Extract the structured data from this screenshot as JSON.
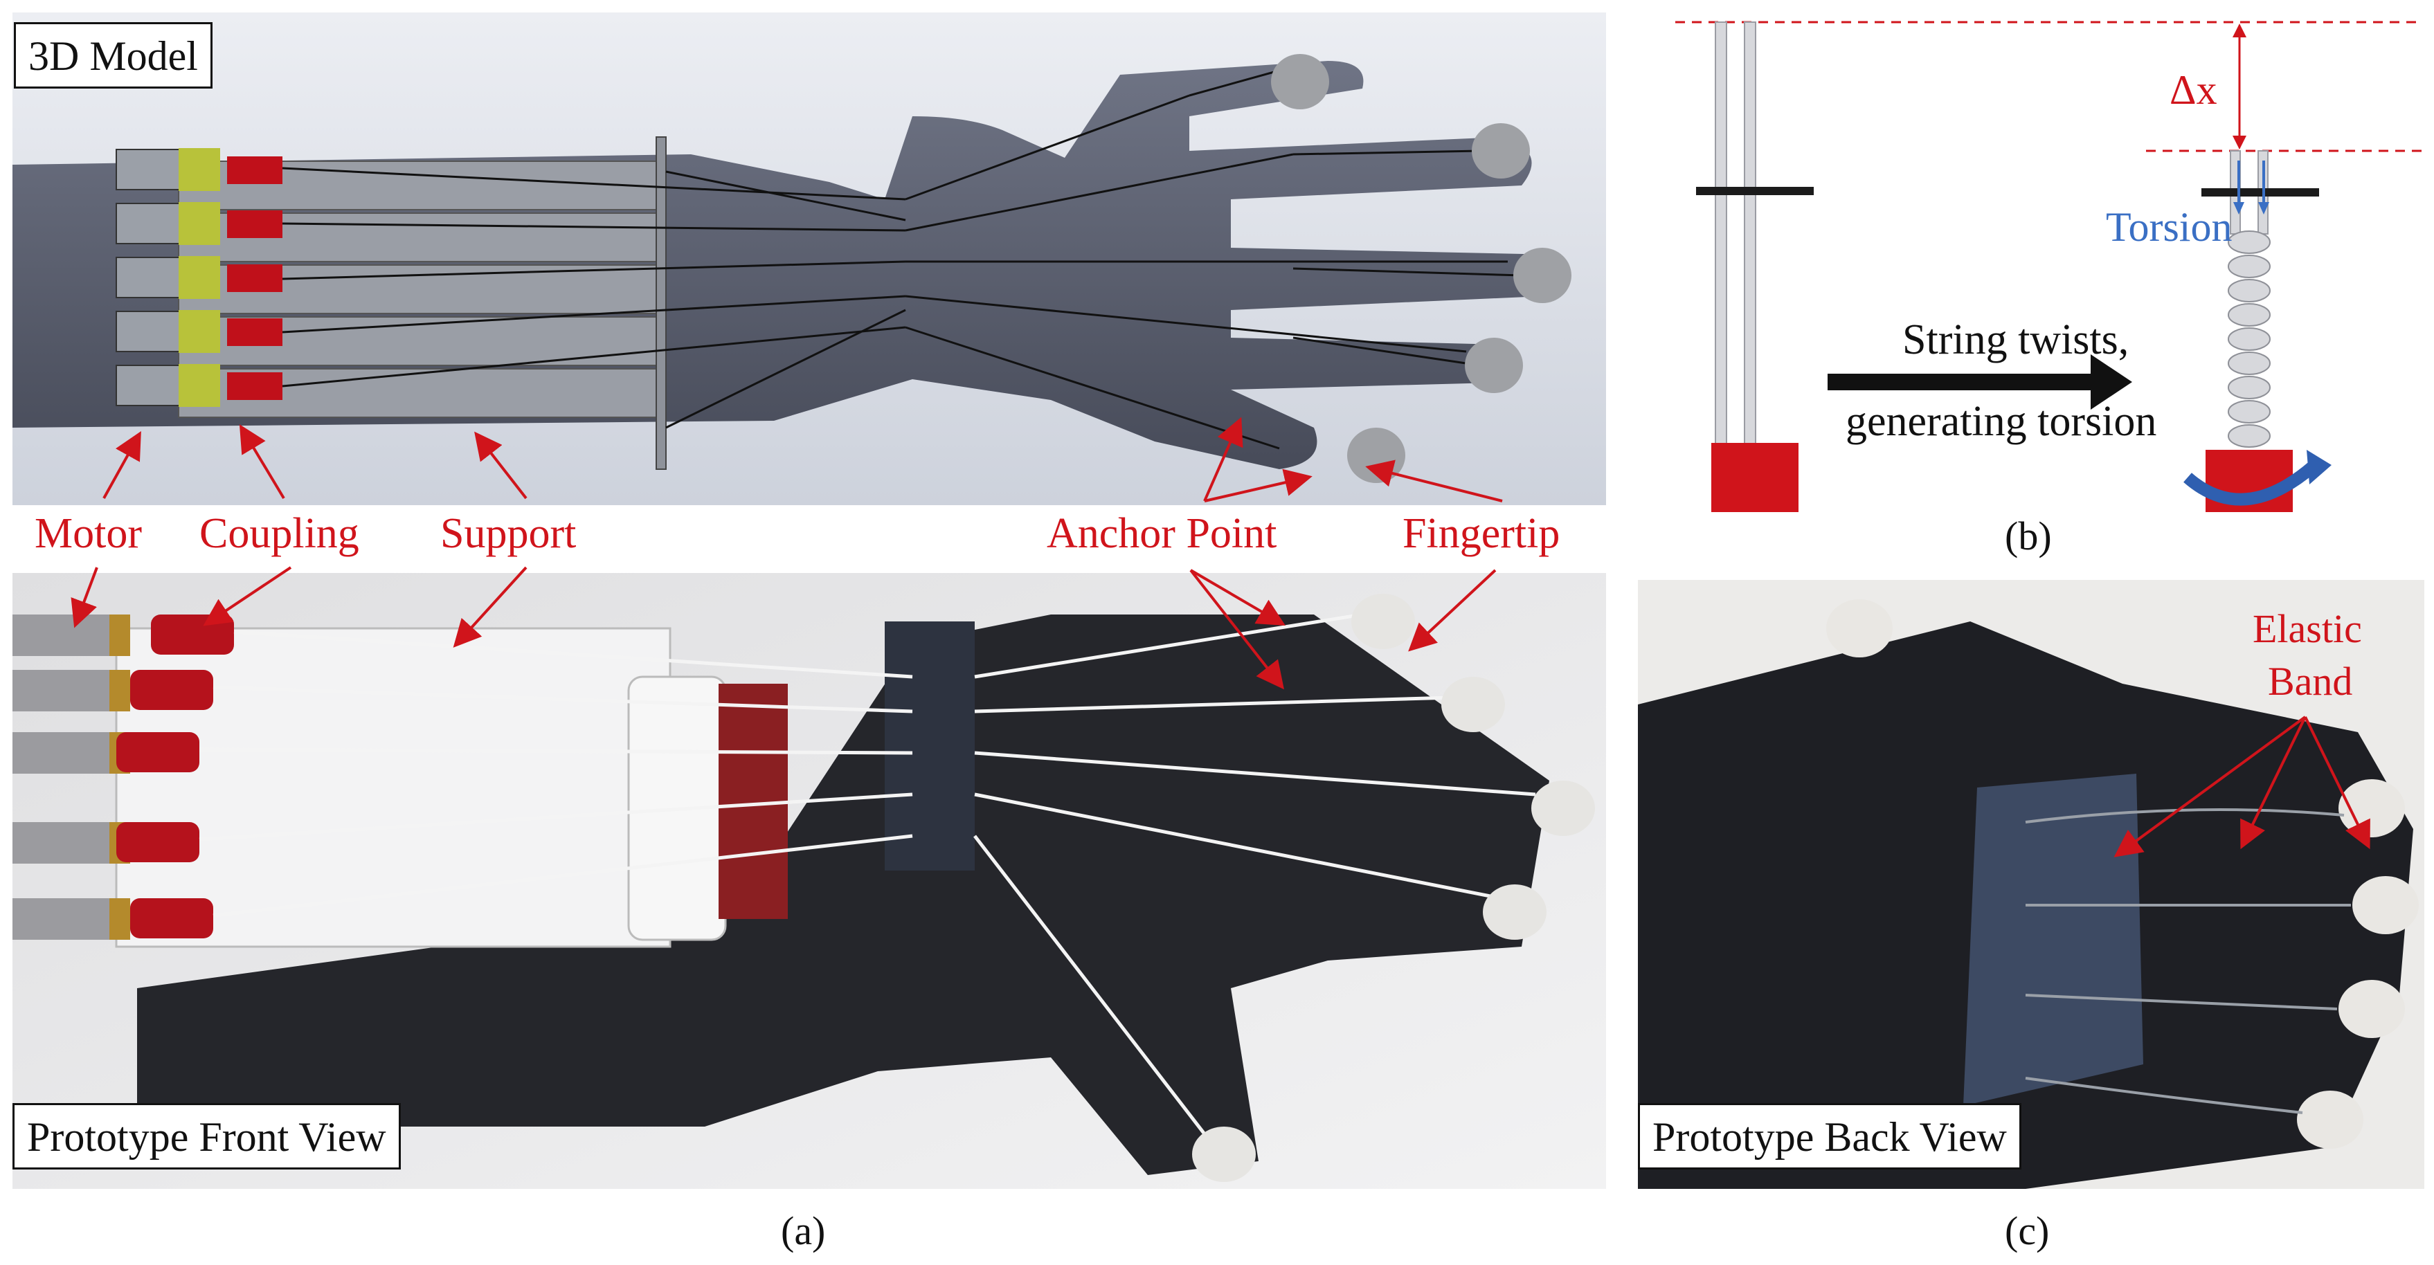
{
  "panel_a": {
    "model_label": "3D Model",
    "front_label": "Prototype Front View",
    "callouts": {
      "motor": "Motor",
      "coupling": "Coupling",
      "support": "Support",
      "anchor_point": "Anchor Point",
      "fingertip": "Fingertip"
    },
    "caption": "(a)"
  },
  "panel_b": {
    "delta_x": "Δx",
    "torsion": "Torsion",
    "twist_line1": "String twists,",
    "twist_line2": "generating torsion",
    "caption": "(b)"
  },
  "panel_c": {
    "back_label": "Prototype Back View",
    "elastic_line1": "Elastic",
    "elastic_line2": "Band",
    "caption": "(c)"
  },
  "colors": {
    "callout_red": "#d0141b",
    "torsion_blue": "#3a6fc4",
    "actuator_red": "#d0141b"
  }
}
